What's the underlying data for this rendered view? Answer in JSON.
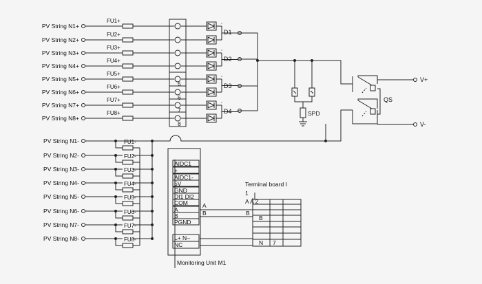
{
  "pos_strings": [
    "PV String N1+",
    "PV String N2+",
    "PV String N3+",
    "PV String N4+",
    "PV String N5+",
    "PV String N6+",
    "PV String N7+",
    "PV String N8+"
  ],
  "neg_strings": [
    "PV String N1-",
    "PV String N2-",
    "PV String N3-",
    "PV String N4-",
    "PV String N5-",
    "PV String N6-",
    "PV String N7-",
    "PV String N8-"
  ],
  "pos_fuses": [
    "FU1+",
    "FU2+",
    "FU3+",
    "FU4+",
    "FU5+",
    "FU6+",
    "FU7+",
    "FU8+"
  ],
  "neg_fuses": [
    "FU1-",
    "FU2-",
    "FU3-",
    "FU4-",
    "FU5-",
    "FU6-",
    "FU7-",
    "FU8-"
  ],
  "terminal_numbers": [
    "5",
    "6",
    "7",
    "8"
  ],
  "diodes": [
    "D1",
    "D2",
    "D3",
    "D4"
  ],
  "spd_label": "SPD",
  "switch_label": "QS",
  "output_pos": "V+",
  "output_neg": "V-",
  "monitor": {
    "title": "Monitoring Unit M1",
    "rows": [
      "AIDC1",
      "+",
      "AIDC1-",
      "5V",
      "GND",
      "DI1 DI2",
      "COM",
      "A",
      "B",
      "PGND"
    ],
    "rows_lower": [
      "L+ N–",
      "NC"
    ]
  },
  "bus_labels": {
    "a": "A",
    "b": "B",
    "b2": "B"
  },
  "terminal_board": {
    "title": "Terminal board I",
    "label_1": "1",
    "label_aa2": "A A 2",
    "cell_b": "B",
    "cell_n": "N",
    "cell_7": "7"
  }
}
